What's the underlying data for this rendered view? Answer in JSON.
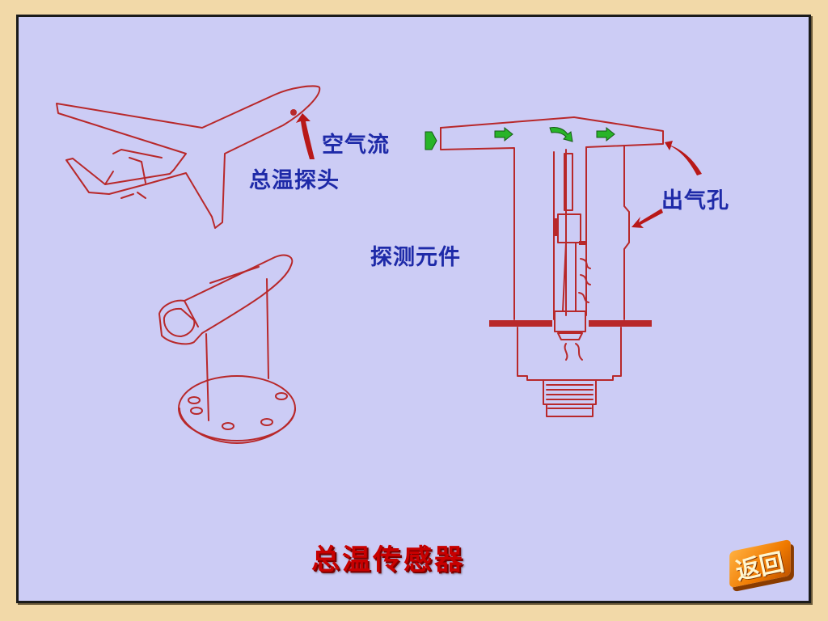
{
  "labels": {
    "airflow": "空气流",
    "total_temp_probe": "总温探头",
    "exhaust_hole": "出气孔",
    "sensing_element": "探测元件"
  },
  "title": "总温传感器",
  "return_button": "返回",
  "colors": {
    "slide_background": "#ccccf5",
    "frame": "#f2d9a8",
    "line_art": "#b8282a",
    "label_text": "#1e2aa8",
    "title_text": "#c80000",
    "flow_arrow": "#28b428"
  }
}
